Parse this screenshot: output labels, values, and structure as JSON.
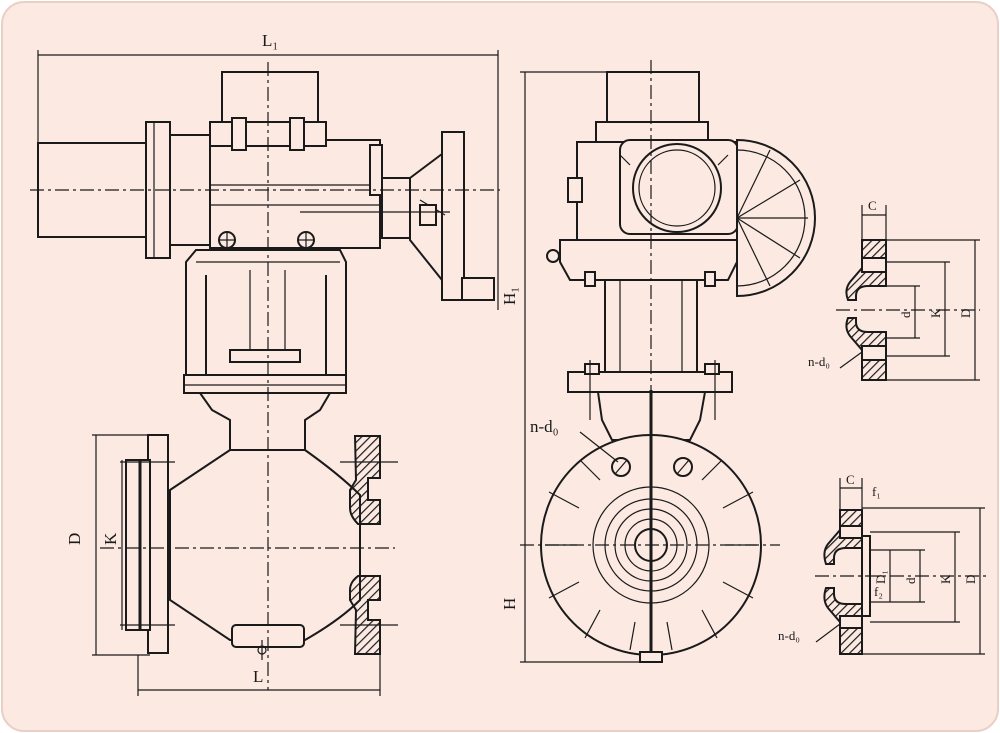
{
  "colors": {
    "background": "#fbe9e2",
    "ink": "#1a1a1a"
  },
  "front_view": {
    "top_length_label": "L₁",
    "bottom_length_label": "L",
    "height_label": "H₁",
    "flange_outer_label": "D",
    "flange_bolt_label": "K"
  },
  "side_view": {
    "height_label": "H",
    "bolt_hole_label": "n-d₀"
  },
  "detail_top": {
    "thickness_label": "C",
    "dia_label": "d",
    "bolt_circle_label": "K",
    "outer_label": "D",
    "bolt_hole_label": "n-d₀"
  },
  "detail_bottom": {
    "thickness_label": "C",
    "raised_label": "f₁",
    "inner_label": "D₁",
    "face_label": "f₂",
    "dia_label": "d",
    "bolt_circle_label": "K",
    "outer_label": "D",
    "bolt_hole_label": "n-d₀"
  }
}
